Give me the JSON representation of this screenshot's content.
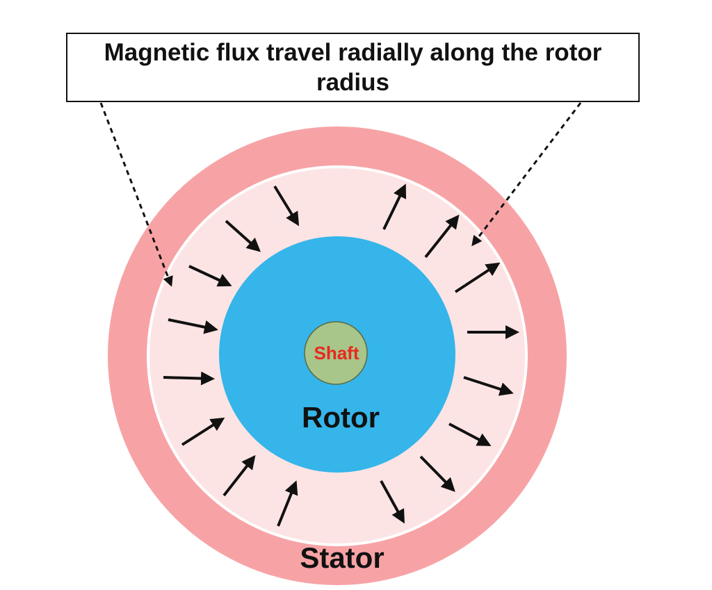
{
  "callout": {
    "text": "Magnetic flux travel radially along the rotor radius"
  },
  "labels": {
    "shaft": "Shaft",
    "rotor": "Rotor",
    "stator": "Stator"
  },
  "colors": {
    "stator": "#f7a3a6",
    "air_gap": "#fde4e4",
    "rotor": "#35b5ea",
    "shaft": "#a8c58a",
    "shaft_label": "#e8281e",
    "text": "#111111",
    "arrow": "#111111"
  }
}
